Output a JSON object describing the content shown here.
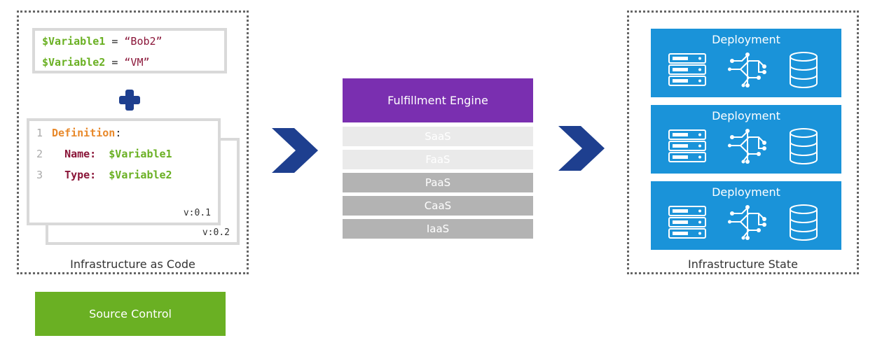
{
  "iac": {
    "caption": "Infrastructure as Code",
    "variables": [
      {
        "name": "$Variable1",
        "op": " = ",
        "value": "“Bob2”"
      },
      {
        "name": "$Variable2",
        "op": " = ",
        "value": "“VM”"
      }
    ],
    "definition": {
      "lines": [
        {
          "num": "1",
          "key": "Definition",
          "suffix": ":"
        },
        {
          "num": "2",
          "field": "Name:",
          "value": "$Variable1"
        },
        {
          "num": "3",
          "field": "Type:",
          "value": "$Variable2"
        }
      ],
      "version_front": "v:0.1",
      "version_back": "v:0.2"
    }
  },
  "source_control": {
    "label": "Source Control"
  },
  "fulfillment": {
    "engine_label": "Fulfillment Engine",
    "layers": [
      "SaaS",
      "FaaS",
      "PaaS",
      "CaaS",
      "IaaS"
    ]
  },
  "state": {
    "caption": "Infrastructure State",
    "deployments": [
      "Deployment",
      "Deployment",
      "Deployment"
    ]
  },
  "colors": {
    "variable": "#6ab023",
    "string": "#8a1538",
    "keyword": "#e8892b",
    "plus": "#1e3f8f",
    "source_control": "#6ab023",
    "engine": "#7a2fb0",
    "deployment": "#1a93d9",
    "arrow": "#1e3f8f"
  },
  "icons": [
    "plus-icon",
    "chevron-right-icon",
    "server-rack-icon",
    "network-nodes-icon",
    "database-icon"
  ]
}
